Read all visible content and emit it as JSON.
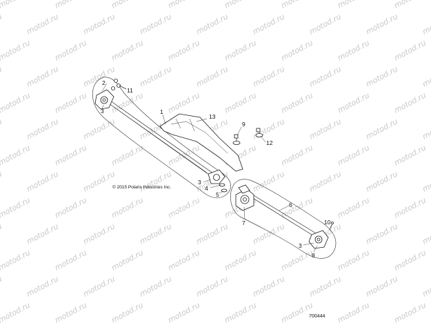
{
  "watermark_text": "motod.ru",
  "copyright": "© 2015 Polaris Industries Inc.",
  "figure_number": "700444",
  "callouts": [
    "1",
    "2",
    "3",
    "11",
    "13",
    "9",
    "12",
    "3",
    "4",
    "5",
    "7",
    "6",
    "10",
    "3",
    "8"
  ],
  "colors": {
    "line": "#222222",
    "watermark": "#c8c8c8",
    "background": "#ffffff"
  }
}
